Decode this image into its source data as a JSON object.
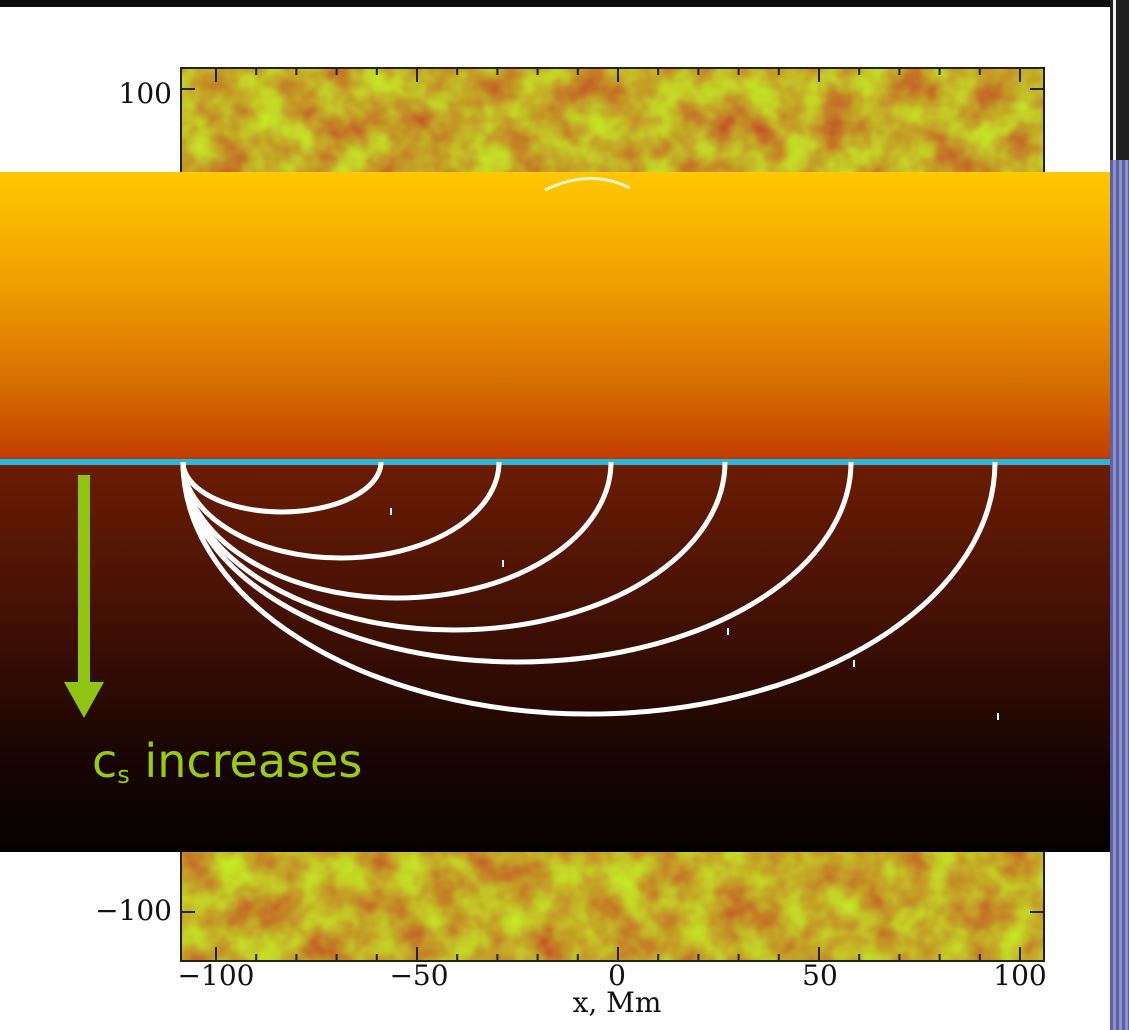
{
  "heatmap_strips": {
    "colors": [
      "#ffd27a",
      "#f4a33c",
      "#e2661e",
      "#c53a10",
      "#8e1a06"
    ],
    "y_ticks": [
      "100",
      "−100"
    ],
    "x_ticks": [
      {
        "label": "−100",
        "value": -100
      },
      {
        "label": "−50",
        "value": -50
      },
      {
        "label": "0",
        "value": 0
      },
      {
        "label": "50",
        "value": 50
      },
      {
        "label": "100",
        "value": 100
      }
    ],
    "x_axis_label": "x,  Mm"
  },
  "overlay": {
    "gradient_colors": [
      "#ffc800",
      "#d56a00",
      "#c43e00",
      "#4a1204",
      "#050101"
    ],
    "surface_line_color": "#27b6dc",
    "ray_color": "#ffffff",
    "ray_count": 7,
    "arrow_color": "#8fc411",
    "cs_label": {
      "main": "c",
      "subscript": "s",
      "text": " increases"
    }
  }
}
